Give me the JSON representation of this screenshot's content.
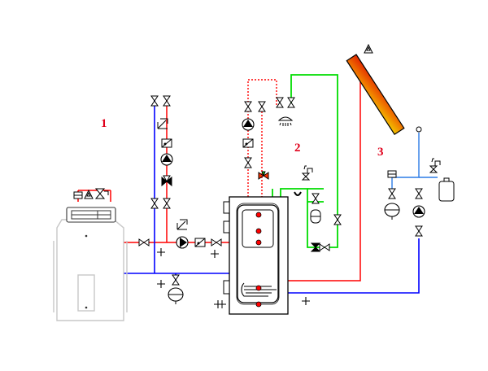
{
  "labels": {
    "circuit_1": "1",
    "circuit_2": "2",
    "circuit_3": "3"
  },
  "colors": {
    "hot": "#ff0000",
    "cold": "#0000ff",
    "dhw": "#00dd00",
    "collector_return": "#2c7be5",
    "equipment_outline": "#c7c7c7",
    "component": "#000000",
    "collector_top": "#e82a00",
    "collector_bottom": "#f0c000"
  },
  "icons": {
    "valves": "bowtie-valve-icon",
    "pumps": "circulation-pump-icon",
    "expansion_vessels": "expansion-vessel-icon",
    "safety_valves": "safety-valve-icon",
    "shower": "shower-head-icon",
    "collector": "solar-collector-icon"
  }
}
